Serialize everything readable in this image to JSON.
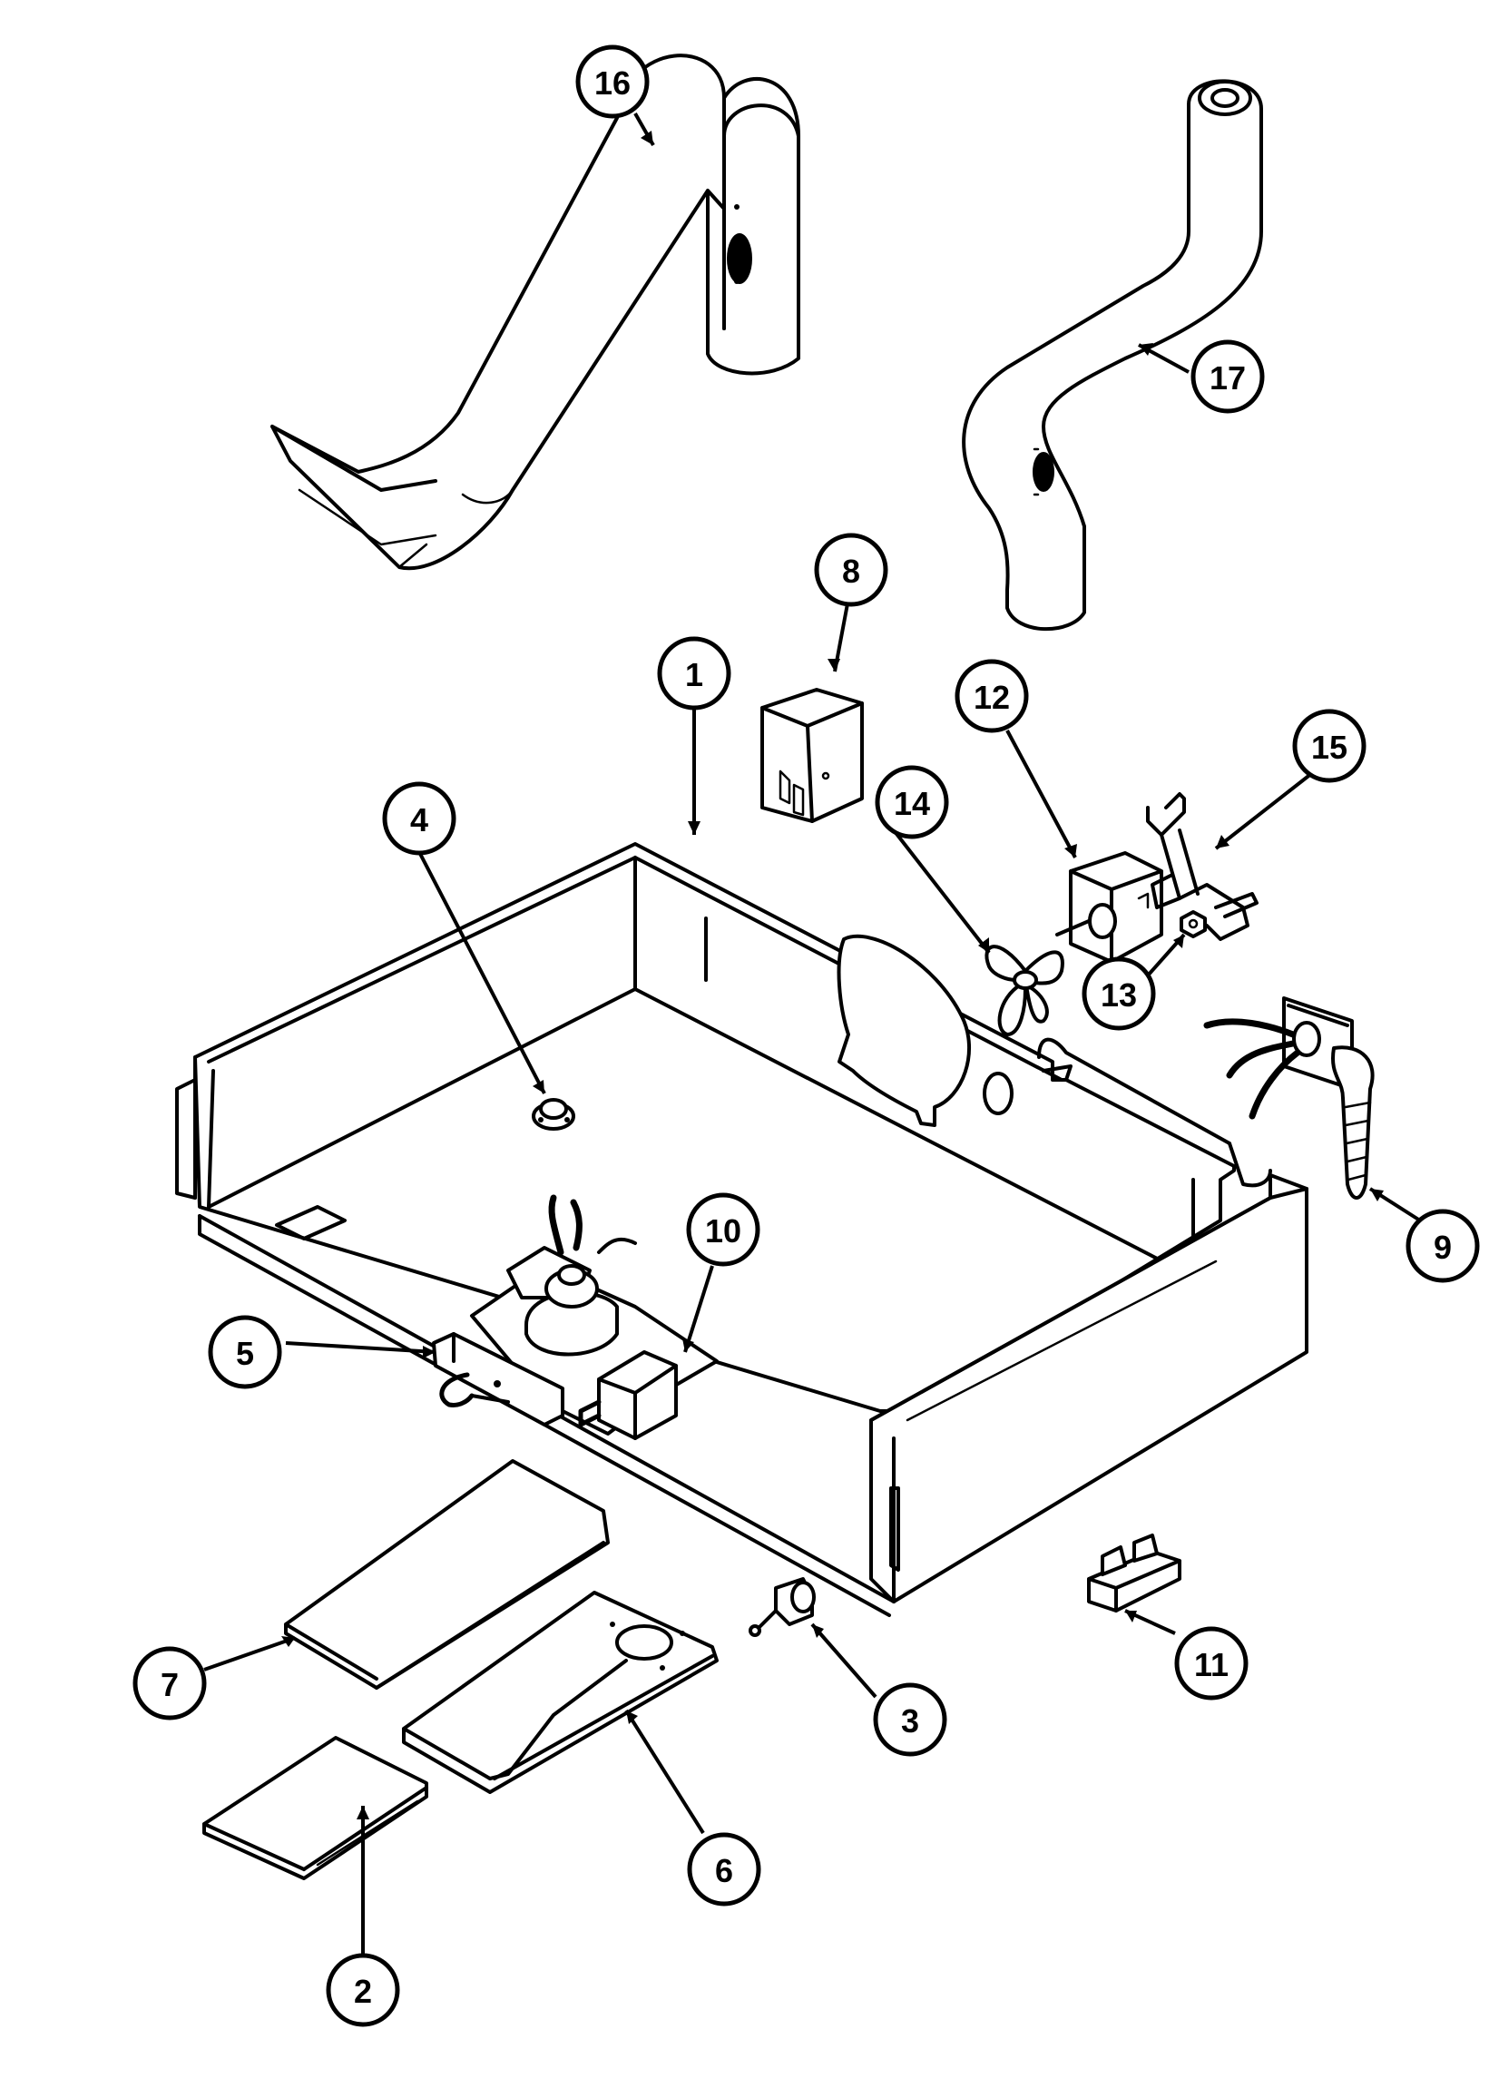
{
  "diagram": {
    "callouts": [
      {
        "id": "c16",
        "number": "16"
      },
      {
        "id": "c17",
        "number": "17"
      },
      {
        "id": "c8",
        "number": "8"
      },
      {
        "id": "c1",
        "number": "1"
      },
      {
        "id": "c12",
        "number": "12"
      },
      {
        "id": "c15",
        "number": "15"
      },
      {
        "id": "c14",
        "number": "14"
      },
      {
        "id": "c4",
        "number": "4"
      },
      {
        "id": "c13",
        "number": "13"
      },
      {
        "id": "c9",
        "number": "9"
      },
      {
        "id": "c10",
        "number": "10"
      },
      {
        "id": "c5",
        "number": "5"
      },
      {
        "id": "c7",
        "number": "7"
      },
      {
        "id": "c3",
        "number": "3"
      },
      {
        "id": "c11",
        "number": "11"
      },
      {
        "id": "c6",
        "number": "6"
      },
      {
        "id": "c2",
        "number": "2"
      }
    ]
  }
}
